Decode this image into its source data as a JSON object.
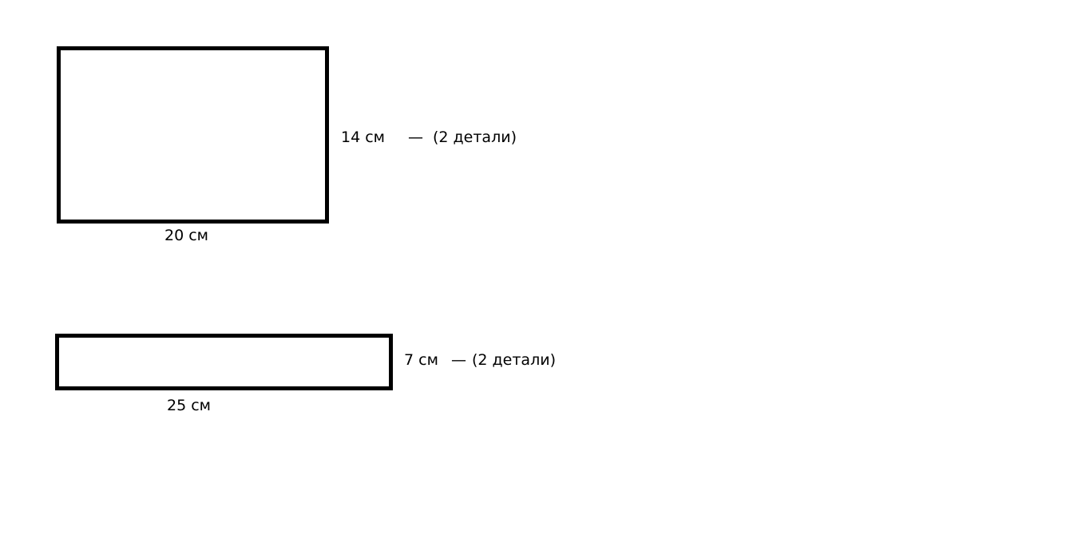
{
  "pieces": [
    {
      "width_label": "20 см",
      "height_label": "14 см",
      "dash": "—",
      "count_label": "(2 детали)"
    },
    {
      "width_label": "25 см",
      "height_label": "7 см",
      "dash": "—",
      "count_label": "(2 детали)"
    }
  ],
  "colors": {
    "stroke": "#000000",
    "background": "#ffffff"
  }
}
